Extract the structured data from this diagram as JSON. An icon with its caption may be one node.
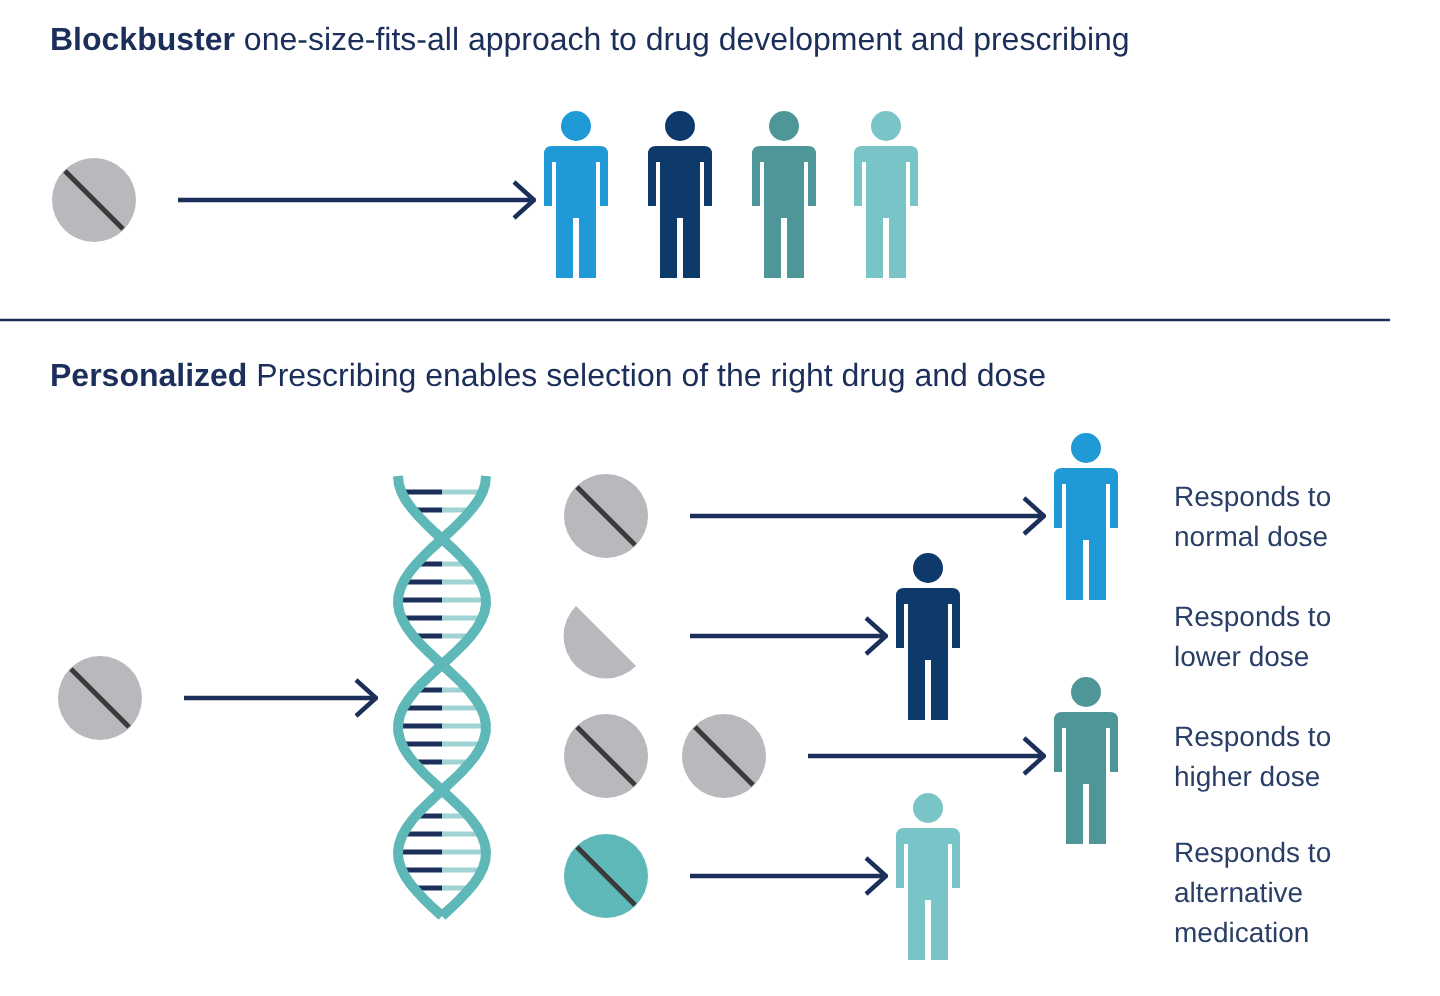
{
  "diagram": {
    "nodes": [
      {
        "text": [],
        "shape": "pill"
      },
      {
        "text": [],
        "shape": "person"
      },
      {
        "text": [],
        "shape": "person"
      },
      {
        "text": [],
        "shape": "person"
      },
      {
        "text": [],
        "shape": "person"
      },
      {
        "text": [],
        "shape": "pill"
      },
      {
        "text": [],
        "shape": "picture"
      },
      {
        "text": [],
        "shape": "pill"
      },
      {
        "text": [],
        "shape": "pill"
      },
      {
        "text": [],
        "shape": "pill"
      },
      {
        "text": [],
        "shape": "pill"
      },
      {
        "text": [],
        "shape": "pill"
      },
      {
        "text": [],
        "shape": "person"
      },
      {
        "text": [],
        "shape": "person"
      },
      {
        "text": [],
        "shape": "person"
      },
      {
        "text": [],
        "shape": "person"
      }
    ],
    "edges": [
      {
        "from": 0,
        "to": 1,
        "arrow": "to"
      },
      {
        "from": 5,
        "to": 6,
        "arrow": "to"
      },
      {
        "from": 7,
        "to": 12,
        "arrow": "to"
      },
      {
        "from": 8,
        "to": 13,
        "arrow": "to"
      },
      {
        "from": 10,
        "to": 14,
        "arrow": "to"
      },
      {
        "from": 11,
        "to": 15,
        "arrow": "to"
      }
    ],
    "labels": [
      "**Blockbuster** one-size-fits-all approach to drug development and prescribing",
      "**Personalized** Prescribing enables selection of the right drug and dose",
      "Responds to normal dose",
      "Responds to lower dose",
      "Responds to higher dose",
      "Responds to alternative medication"
    ]
  }
}
